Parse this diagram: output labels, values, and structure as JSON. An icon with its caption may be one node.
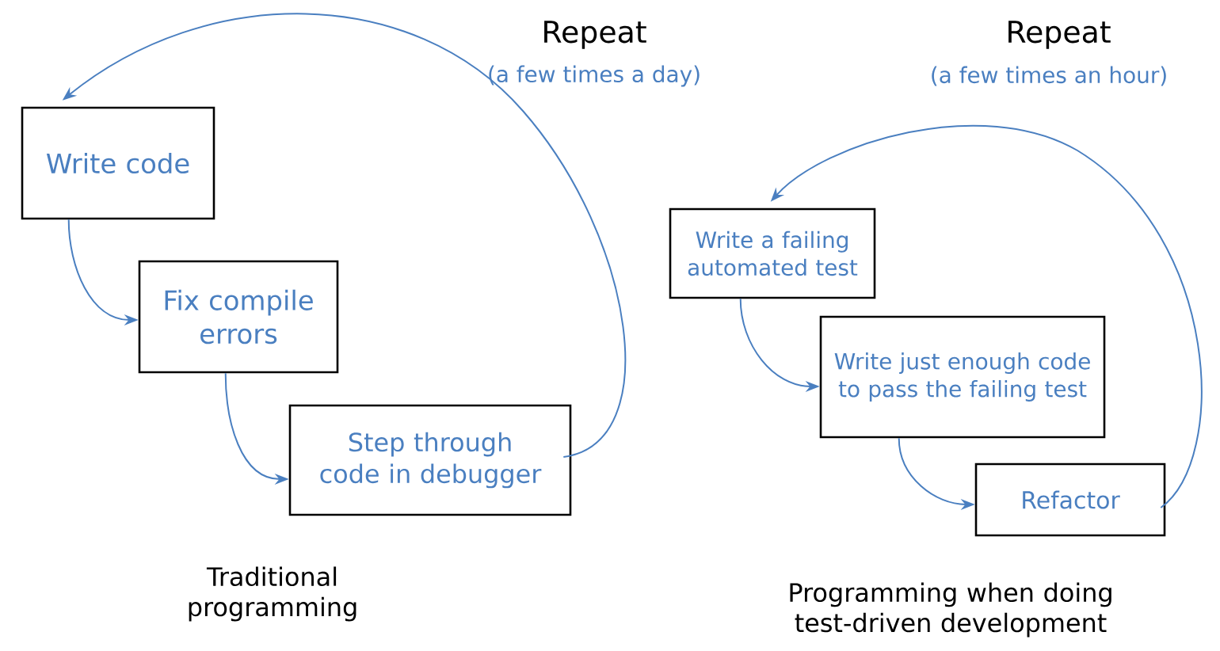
{
  "diagram": {
    "nodes": [
      {
        "text": [
          "Write code"
        ]
      },
      {
        "text": [
          "Fix compile errors"
        ]
      },
      {
        "text": [
          "Step through code in debugger"
        ]
      },
      {
        "text": [
          "Write a failing automated test"
        ]
      },
      {
        "text": [
          "Write just enough code to pass the failing test"
        ]
      },
      {
        "text": [
          "Refactor"
        ]
      }
    ],
    "edges": [
      {
        "from": 0,
        "to": 1,
        "arrow": "to"
      },
      {
        "from": 1,
        "to": 2,
        "arrow": "to"
      },
      {
        "from": 2,
        "to": 0,
        "arrow": "to"
      },
      {
        "from": 3,
        "to": 4,
        "arrow": "to"
      },
      {
        "from": 4,
        "to": 5,
        "arrow": "to"
      },
      {
        "from": 5,
        "to": 3,
        "arrow": "to"
      }
    ],
    "labels": [
      "Repeat",
      "(a few times a day)",
      "Repeat",
      "(a few times an hour)",
      "Traditional programming",
      "Programming when doing test-driven development"
    ]
  }
}
